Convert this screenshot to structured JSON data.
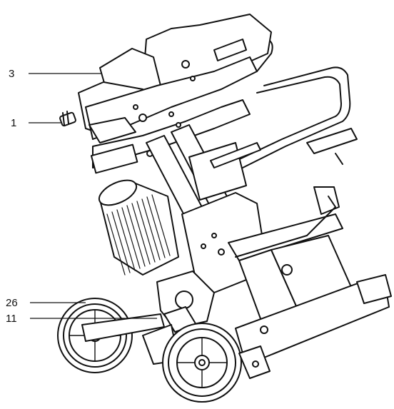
{
  "callouts": [
    {
      "id": "c3",
      "label": "3"
    },
    {
      "id": "c1",
      "label": "1"
    },
    {
      "id": "c26",
      "label": "26"
    },
    {
      "id": "c11",
      "label": "11"
    }
  ],
  "colors": {
    "stroke": "#111111",
    "fill": "#ffffff",
    "shade": "#d8d8d8"
  }
}
